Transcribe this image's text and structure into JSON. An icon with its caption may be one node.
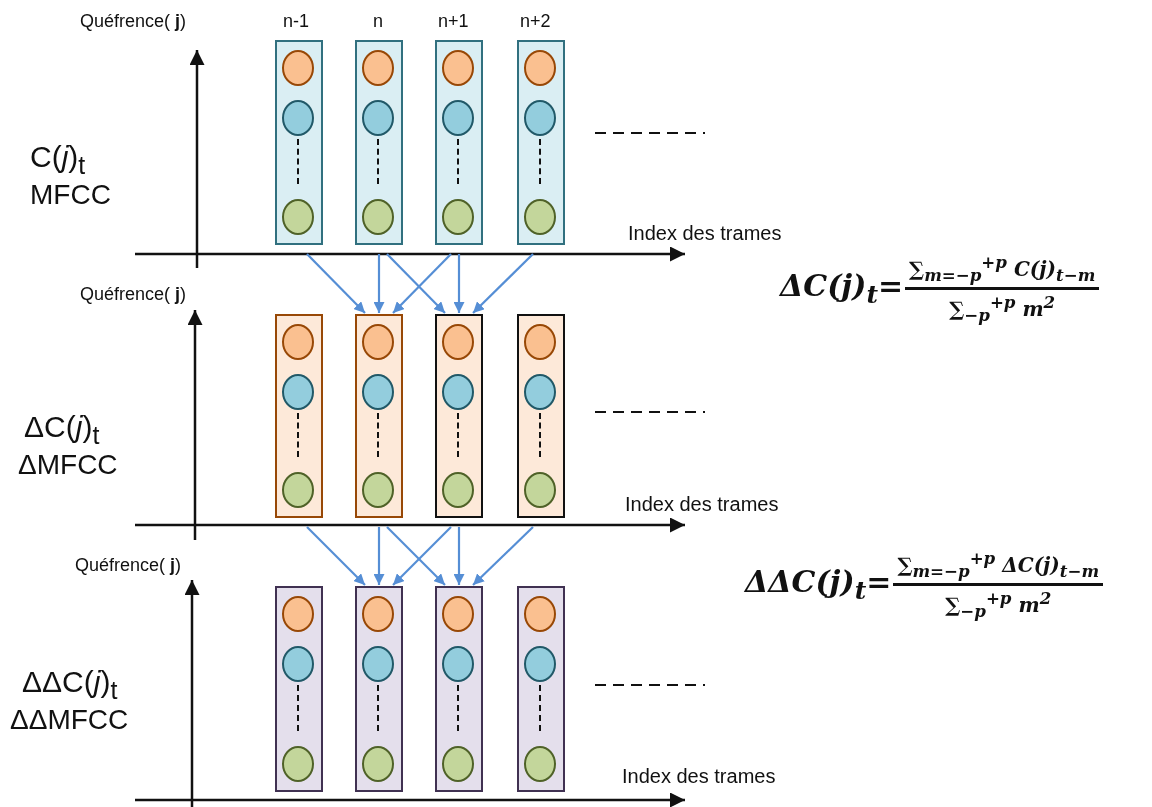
{
  "diagram": {
    "nodes": [
      {
        "text": [],
        "shape": "bar"
      },
      {
        "text": [],
        "shape": "bar"
      },
      {
        "text": [],
        "shape": "bar"
      },
      {
        "text": [],
        "shape": "bar"
      },
      {
        "text": [],
        "shape": "bar"
      },
      {
        "text": [],
        "shape": "bar"
      },
      {
        "text": [],
        "shape": "bar"
      },
      {
        "text": [],
        "shape": "bar"
      },
      {
        "text": [],
        "shape": "bar"
      },
      {
        "text": [],
        "shape": "bar"
      },
      {
        "text": [],
        "shape": "bar"
      },
      {
        "text": [],
        "shape": "bar"
      }
    ],
    "edges": [
      {
        "from": 0,
        "to": 5,
        "arrow": "to"
      },
      {
        "from": 1,
        "to": 5,
        "arrow": "to"
      },
      {
        "from": 1,
        "to": 6,
        "arrow": "to"
      },
      {
        "from": 2,
        "to": 5,
        "arrow": "to"
      },
      {
        "from": 2,
        "to": 6,
        "arrow": "to"
      },
      {
        "from": 3,
        "to": 6,
        "arrow": "to"
      },
      {
        "from": 4,
        "to": 9,
        "arrow": "to"
      },
      {
        "from": 5,
        "to": 9,
        "arrow": "to"
      },
      {
        "from": 5,
        "to": 10,
        "arrow": "to"
      },
      {
        "from": 6,
        "to": 9,
        "arrow": "to"
      },
      {
        "from": 6,
        "to": 10,
        "arrow": "to"
      },
      {
        "from": 7,
        "to": 10,
        "arrow": "to"
      }
    ],
    "labels": [
      "Quéfrence( **j**)",
      "n-1",
      "n",
      "n+1",
      "n+2",
      "C(*j*)$_{t}$",
      "MFCC",
      "Index des trames",
      "ΔC(j)$_{t}$=",
      "∑$_{m=−p}$$^{+p}$ C(j)$_{t−m}$",
      "∑$_{−p}$$^{+p}$ m$^{2}$",
      "Quéfrence( **j**)",
      "ΔC(*j*)$_{t}$",
      "ΔMFCC",
      "Index des trames",
      "Quéfrence( **j**)",
      "ΔΔC(j)$_{t}$=",
      "∑$_{m=−p}$$^{+p}$ ΔC(j)$_{t−m}$",
      "∑$_{−p}$$^{+p}$ m$^{2}$",
      "ΔΔC(*j*)$_{t}$",
      "ΔΔMFCC",
      "Index des trames"
    ]
  }
}
